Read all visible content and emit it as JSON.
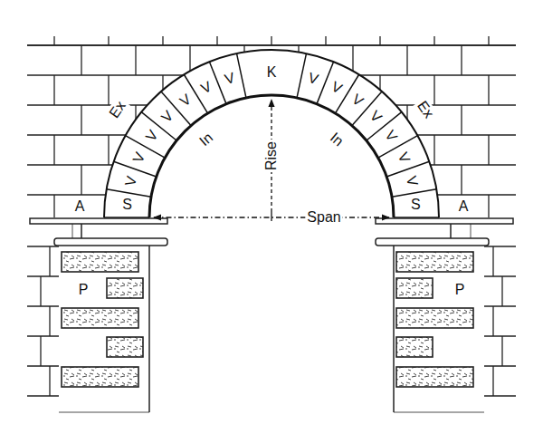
{
  "diagram": {
    "labels": [
      "Ex",
      "Ex",
      "K",
      "V",
      "V",
      "V",
      "V",
      "V",
      "V",
      "V",
      "V",
      "V",
      "V",
      "V",
      "V",
      "V",
      "V",
      "S",
      "S",
      "In",
      "In",
      "Rise",
      "Span",
      "A",
      "A",
      "P",
      "P"
    ]
  }
}
